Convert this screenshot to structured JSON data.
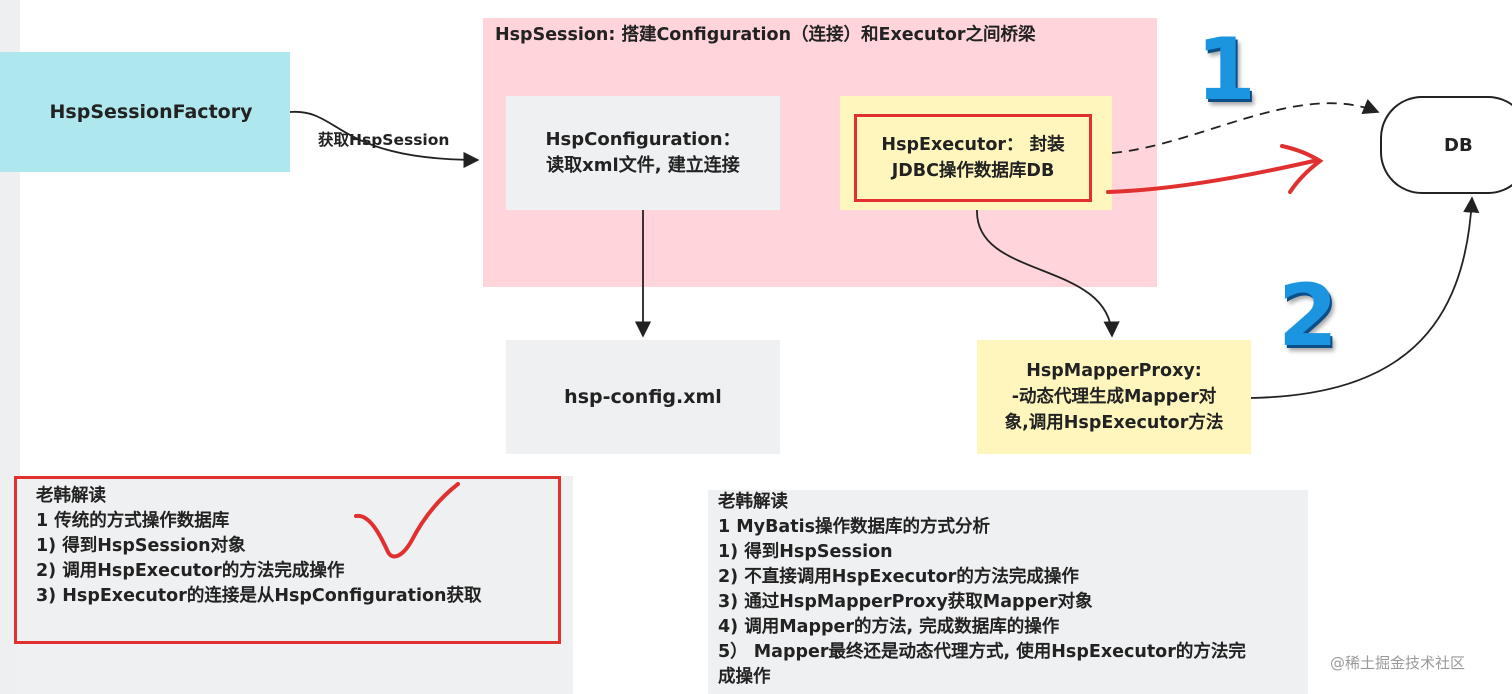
{
  "diagram": {
    "session_title": "HspSession: 搭建Configuration（连接）和Executor之间桥梁",
    "factory": "HspSessionFactory",
    "edge_label": "获取HspSession",
    "config_lines": [
      "HspConfiguration：",
      "读取xml文件, 建立连接"
    ],
    "executor_lines": [
      "HspExecutor： 封装",
      "JDBC操作数据库DB"
    ],
    "xml": "hsp-config.xml",
    "proxy_lines": [
      "HspMapperProxy:",
      "-动态代理生成Mapper对",
      "象,调用HspExecutor方法"
    ],
    "db": "DB",
    "marker_1": "1",
    "marker_2": "2",
    "colors": {
      "factory": "#aee7ee",
      "session": "#ffd5db",
      "executor": "#fff6bd",
      "highlight": "#e03030",
      "number": "#1c95e0"
    }
  },
  "notes": {
    "left": [
      "老韩解读",
      "1 传统的方式操作数据库",
      "1) 得到HspSession对象",
      "2) 调用HspExecutor的方法完成操作",
      "3) HspExecutor的连接是从HspConfiguration获取"
    ],
    "right": [
      "老韩解读",
      "1 MyBatis操作数据库的方式分析",
      "1) 得到HspSession",
      "2) 不直接调用HspExecutor的方法完成操作",
      "3) 通过HspMapperProxy获取Mapper对象",
      "4) 调用Mapper的方法, 完成数据库的操作",
      "5） Mapper最终还是动态代理方式, 使用HspExecutor的方法完",
      "成操作"
    ]
  },
  "watermark": "@稀土掘金技术社区"
}
